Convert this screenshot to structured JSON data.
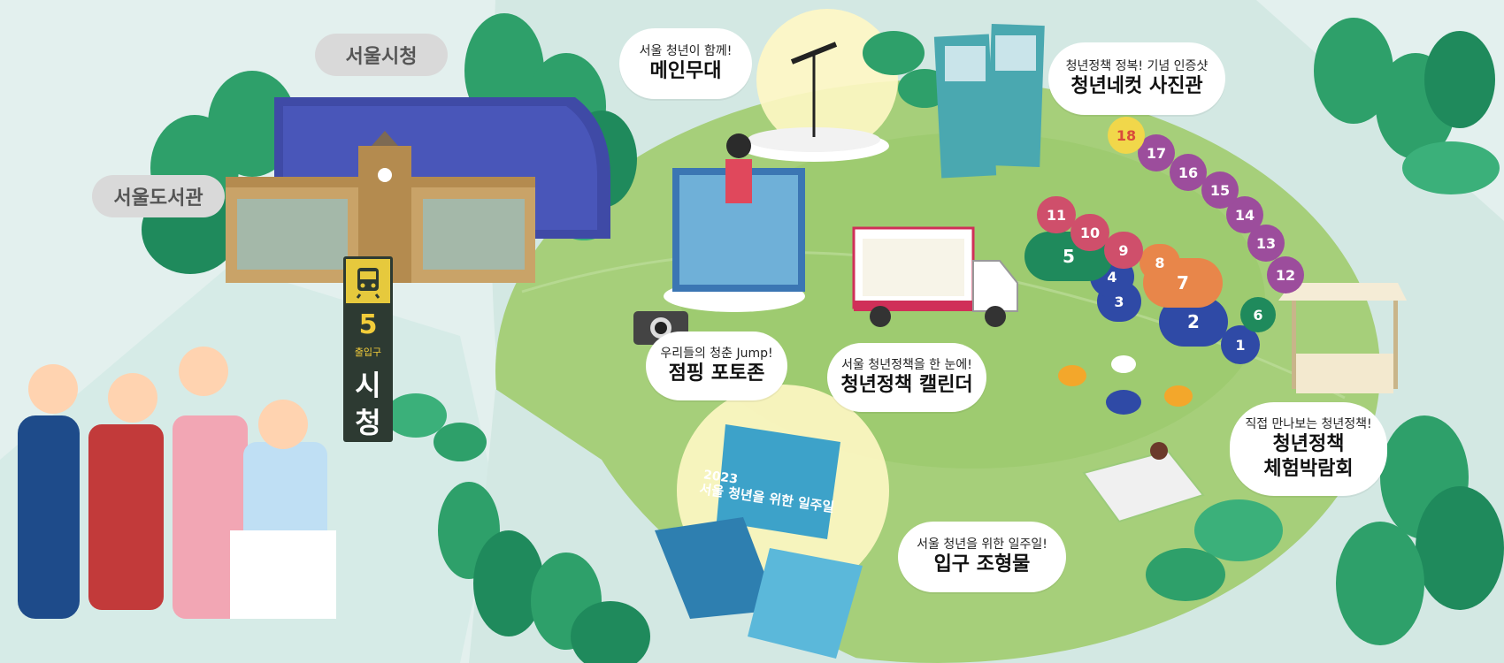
{
  "places": {
    "city_hall": "서울시청",
    "library": "서울도서관"
  },
  "metro": {
    "exit_number": "5",
    "exit_label": "출입구",
    "station_line1": "시",
    "station_line2": "청"
  },
  "zones": {
    "main_stage": {
      "sub": "서울 청년이 함께!",
      "main": "메인무대"
    },
    "photo_booth": {
      "sub": "청년정책 정복! 기념 인증샷",
      "main": "청년네컷 사진관"
    },
    "jumping_zone": {
      "sub": "우리들의 청춘 Jump!",
      "main": "점핑 포토존"
    },
    "calendar": {
      "sub": "서울 청년정책을 한 눈에!",
      "main": "청년정책 캘린더"
    },
    "expo": {
      "sub": "직접 만나보는 청년정책!",
      "main_line1": "청년정책",
      "main_line2": "체험박람회"
    },
    "entrance": {
      "sub": "서울 청년을 위한 일주일!",
      "main": "입구 조형물"
    }
  },
  "poster": {
    "year": "2023",
    "title": "서울 청년을 위한 일주일"
  },
  "booths": [
    {
      "num": "1",
      "color": "#2f4aa6"
    },
    {
      "num": "2",
      "color": "#2f4aa6"
    },
    {
      "num": "3",
      "color": "#2f4aa6"
    },
    {
      "num": "4",
      "color": "#2f4aa6"
    },
    {
      "num": "5",
      "color": "#1f8a5c"
    },
    {
      "num": "6",
      "color": "#1f8a5c"
    },
    {
      "num": "7",
      "color": "#e8864a"
    },
    {
      "num": "8",
      "color": "#e8864a"
    },
    {
      "num": "9",
      "color": "#cf4f6b"
    },
    {
      "num": "10",
      "color": "#cf4f6b"
    },
    {
      "num": "11",
      "color": "#cf4f6b"
    },
    {
      "num": "12",
      "color": "#9c4d9c"
    },
    {
      "num": "13",
      "color": "#9c4d9c"
    },
    {
      "num": "14",
      "color": "#9c4d9c"
    },
    {
      "num": "15",
      "color": "#9c4d9c"
    },
    {
      "num": "16",
      "color": "#9c4d9c"
    },
    {
      "num": "17",
      "color": "#9c4d9c"
    },
    {
      "num": "18",
      "color": "#f1d74a",
      "text_color": "#d94a3b"
    }
  ],
  "colors": {
    "lawn": "#a6cf7a",
    "lawn_dark": "#8fc266",
    "tree": "#2ea06a",
    "tree_dark": "#1e7f53",
    "building_blue": "#3f4aa6",
    "building_tan": "#c9a368",
    "sky_tint": "#e3f0ee"
  }
}
